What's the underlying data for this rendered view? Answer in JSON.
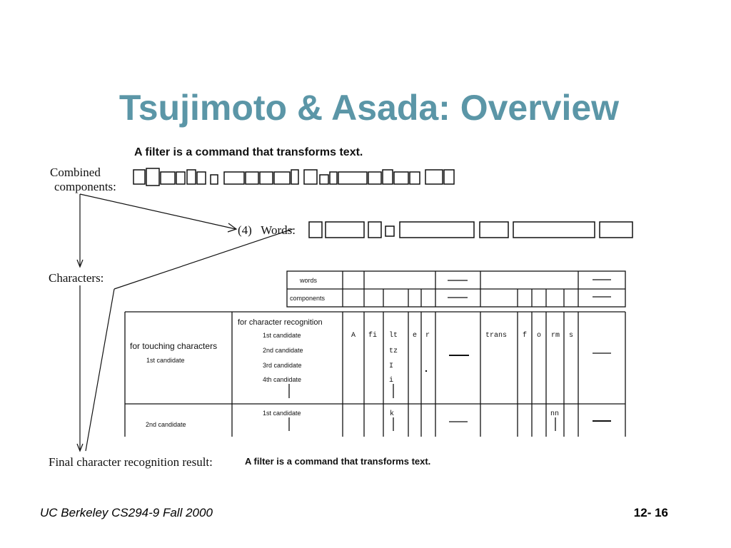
{
  "slide": {
    "title": "Tsujimoto & Asada: Overview",
    "footer_left": "UC Berkeley CS294-9 Fall 2000",
    "footer_right": "12- 16"
  },
  "figure": {
    "sentence": "A filter is a command that transforms text.",
    "labels": {
      "combined_line1": "Combined",
      "combined_line2": "components:",
      "words": "(4)   Words:",
      "characters": "Characters:",
      "final": "Final character recognition result:"
    },
    "final_result": "A filter is a command that transforms text.",
    "table": {
      "row_words": "words",
      "row_components": "components",
      "header_char_recog": "for character recognition",
      "touching": "for touching characters",
      "touching_first": "1st candidate",
      "second_candidate": "2nd candidate",
      "cand_1st": "1st candidate",
      "cand_2nd": "2nd candidate",
      "cand_3rd": "3rd candidate",
      "cand_4th": "4th candidate",
      "cand_1st_lower": "1st candidate",
      "chars_row1": [
        "A",
        "fi",
        "lt",
        "e",
        "r",
        "trans",
        "f",
        "o",
        "rm",
        "s"
      ],
      "chars_col_lt": [
        "tz",
        "I",
        "i"
      ],
      "chars_lower": [
        "k",
        "nn"
      ]
    }
  }
}
